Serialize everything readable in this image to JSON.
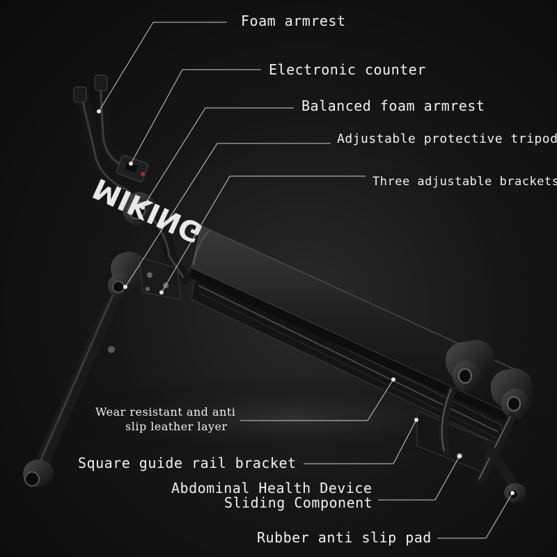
{
  "callouts": {
    "foam_armrest": "Foam armrest",
    "electronic_counter": "Electronic counter",
    "balanced_foam_armrest": "Balanced foam armrest",
    "adjustable_tripod": "Adjustable protective tripod",
    "three_brackets": "Three adjustable brackets",
    "leather_line1": "Wear resistant and anti",
    "leather_line2": "slip leather layer",
    "guide_rail": "Square guide rail bracket",
    "sliding_line1": "Abdominal Health Device",
    "sliding_line2": "Sliding Component",
    "rubber_pad": "Rubber anti slip pad"
  },
  "product": {
    "bench_brand_text": "MIKING"
  },
  "colors": {
    "background": "#111111",
    "frame": "#1c1c1c",
    "pad": "#222222",
    "text": "#f2f2f2",
    "leader": "#cfcfcf"
  }
}
